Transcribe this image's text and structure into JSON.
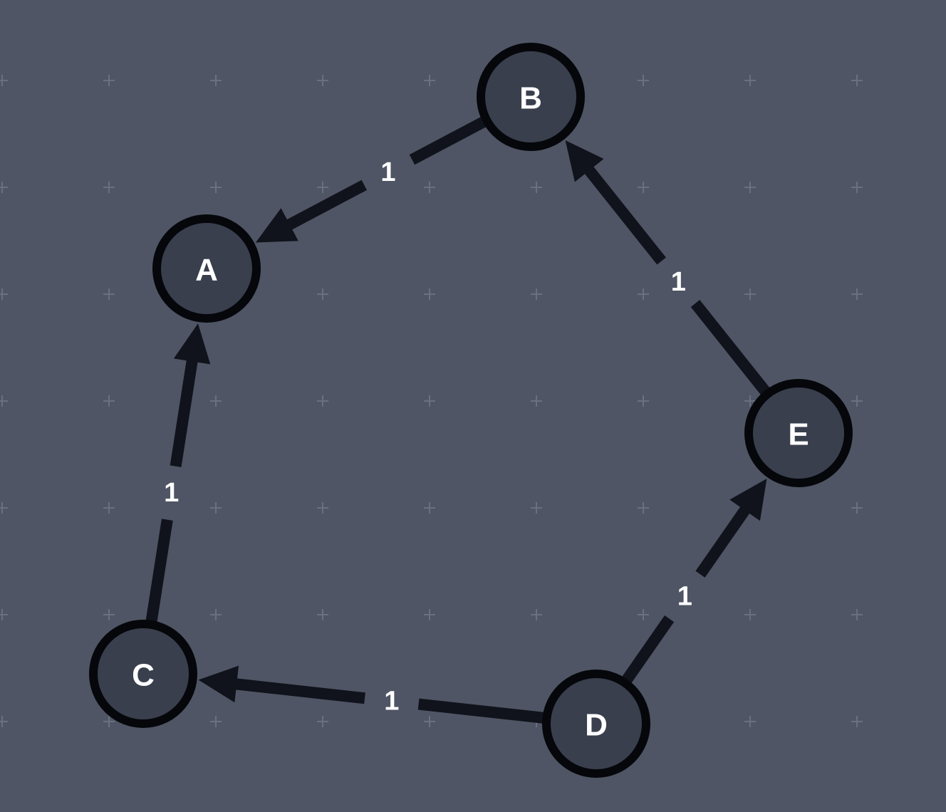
{
  "graph": {
    "directed": true,
    "nodes": [
      {
        "id": "A",
        "label": "A"
      },
      {
        "id": "B",
        "label": "B"
      },
      {
        "id": "C",
        "label": "C"
      },
      {
        "id": "D",
        "label": "D"
      },
      {
        "id": "E",
        "label": "E"
      }
    ],
    "edges": [
      {
        "from": "B",
        "to": "A",
        "label": "1"
      },
      {
        "from": "C",
        "to": "A",
        "label": "1"
      },
      {
        "from": "E",
        "to": "B",
        "label": "1"
      },
      {
        "from": "D",
        "to": "C",
        "label": "1"
      },
      {
        "from": "D",
        "to": "E",
        "label": "1"
      }
    ]
  },
  "colors": {
    "background": "#4f5564",
    "grid": "#6a7080",
    "edge": "#10131b",
    "node_fill": "#3a3f4e",
    "node_stroke": "#05070b",
    "text": "#ffffff"
  }
}
